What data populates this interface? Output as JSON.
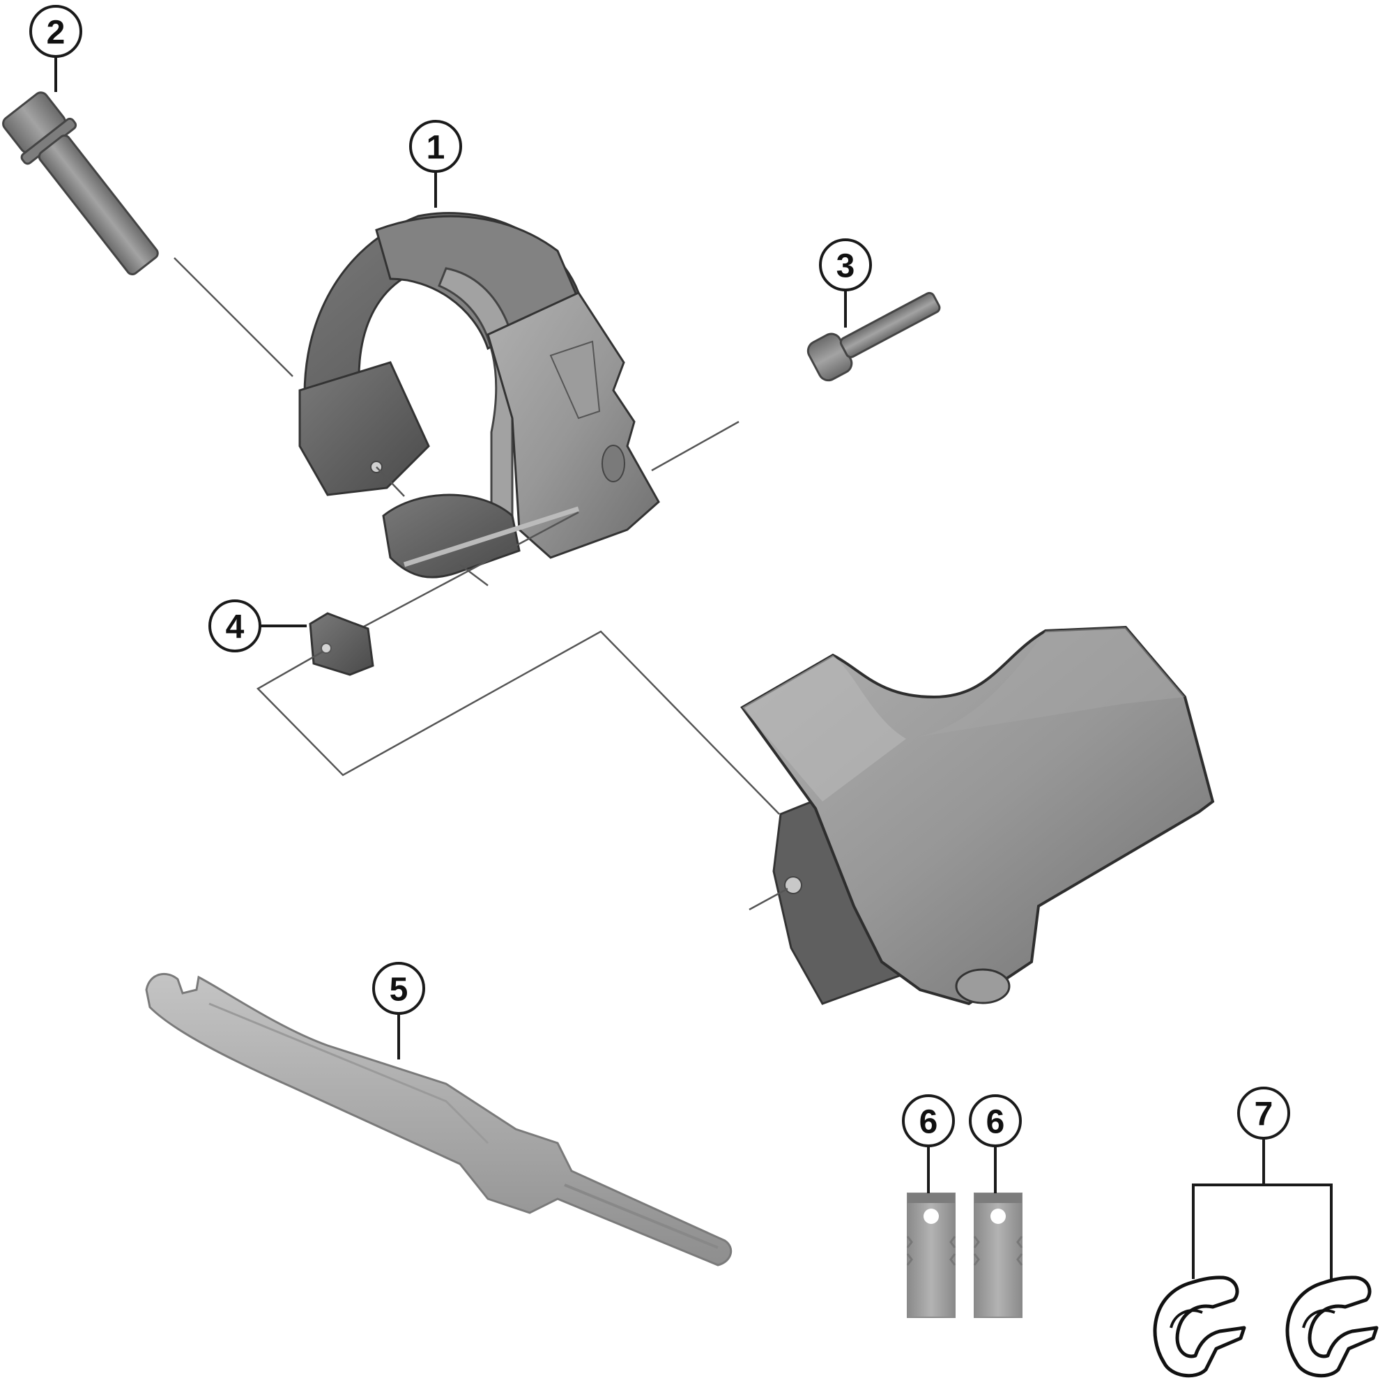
{
  "diagram": {
    "type": "exploded-parts-view",
    "background": "#ffffff",
    "part_color": "#8f8f8f",
    "part_dark": "#5e5e5e",
    "part_light": "#b5b5b5",
    "callouts": [
      {
        "id": "1",
        "label": "1",
        "part": "clamp band"
      },
      {
        "id": "2",
        "label": "2",
        "part": "clamp bolt"
      },
      {
        "id": "3",
        "label": "3",
        "part": "fixing bolt"
      },
      {
        "id": "4",
        "label": "4",
        "part": "nut block"
      },
      {
        "id": "5",
        "label": "5",
        "part": "plug tool"
      },
      {
        "id": "6a",
        "label": "6",
        "part": "dummy plug"
      },
      {
        "id": "6b",
        "label": "6",
        "part": "dummy plug"
      },
      {
        "id": "7",
        "label": "7",
        "part": "cord clips"
      }
    ]
  }
}
